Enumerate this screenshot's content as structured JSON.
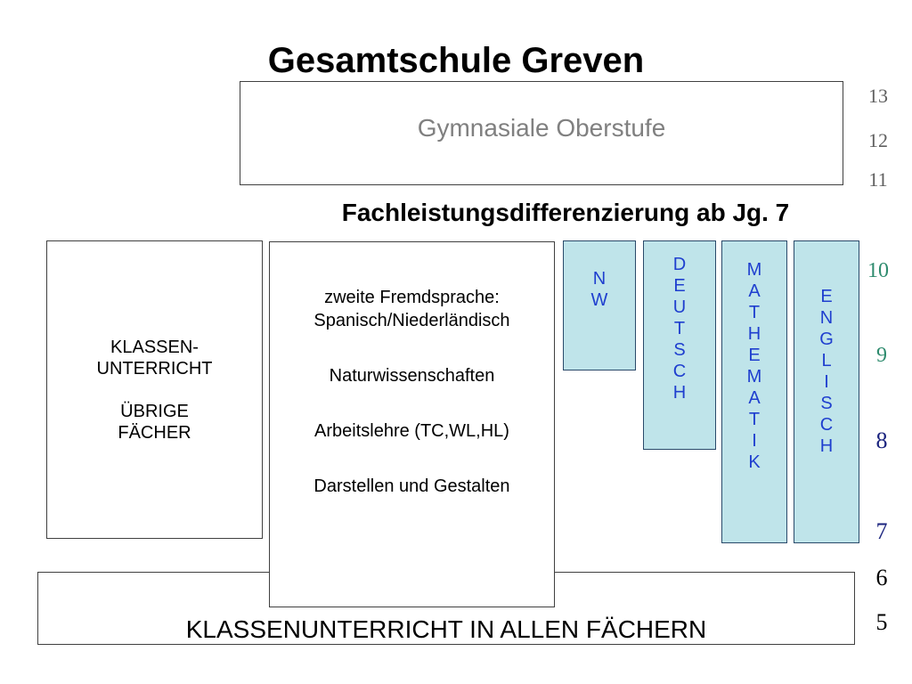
{
  "title": "Gesamtschule Greven",
  "oberstufe_label": "Gymnasiale Oberstufe",
  "subtitle": "Fachleistungsdifferenzierung ab Jg. 7",
  "klassen_box": {
    "line1": "KLASSEN-",
    "line2": "UNTERRICHT",
    "line3": "ÜBRIGE",
    "line4": "FÄCHER"
  },
  "wahlpflicht": {
    "items": [
      "zweite Fremdsprache:",
      "Spanisch/Niederländisch",
      "Naturwissenschaften",
      "Arbeitslehre (TC,WL,HL)",
      "Darstellen und Gestalten"
    ]
  },
  "differenzierung": {
    "nw": [
      "N",
      "W"
    ],
    "deutsch": [
      "D",
      "E",
      "U",
      "T",
      "S",
      "C",
      "H"
    ],
    "mathematik": [
      "M",
      "A",
      "T",
      "H",
      "E",
      "M",
      "A",
      "T",
      "I",
      "K"
    ],
    "englisch": [
      "E",
      "N",
      "G",
      "L",
      "I",
      "S",
      "C",
      "H"
    ]
  },
  "bottom_label": "KLASSENUNTERRICHT IN ALLEN FÄCHERN",
  "grades": [
    "13",
    "12",
    "11",
    "10",
    "9",
    "8",
    "7",
    "6",
    "5"
  ],
  "colors": {
    "subject_fill": "#bfe4ea",
    "subject_text": "#1f3fcf",
    "grade_teal": "#2e8b6e",
    "grade_navy": "#1a237e",
    "grade_gray": "#606060"
  }
}
